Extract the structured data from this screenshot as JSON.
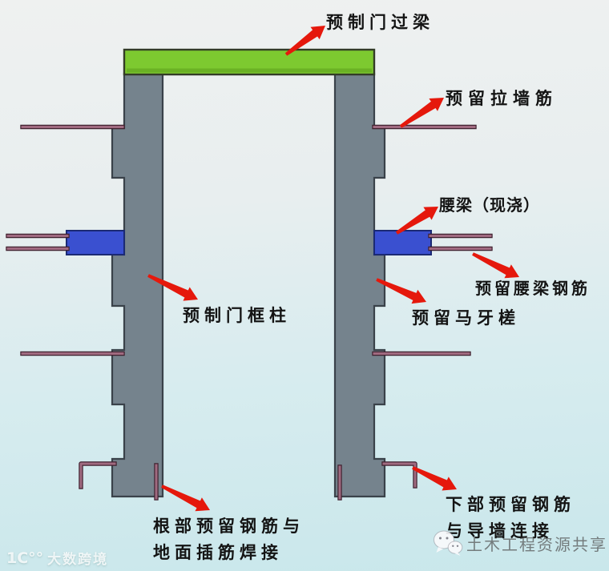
{
  "diagram": {
    "annotations": {
      "lintel": "预制门过梁",
      "wall_tie_rebar": "预留拉墙筋",
      "waist_beam": "腰梁（现浇）",
      "waist_beam_rebar": "预留腰梁钢筋",
      "toothed_joint": "预留马牙槎",
      "door_frame_column": "预制门框柱",
      "root_note_line1": "根部预留钢筋与",
      "root_note_line2": "地面插筋焊接",
      "lower_note_line1": "下部预留钢筋",
      "lower_note_line2": "与导墙连接"
    },
    "colors": {
      "bg-top": "#eff1f0",
      "bg-bottom": "#c9e7eb",
      "lintel-green": "#7dc930",
      "lintel-green-dark": "#66ad22",
      "column-gray": "#75838d",
      "column-outline": "#3a424a",
      "beam-blue": "#3a50d0",
      "beam-blue-outline": "#1b2a74",
      "rebar-core": "#a06a80",
      "rebar-outline": "#40212f",
      "arrow-red": "#e5180c",
      "label-black": "#141414"
    }
  },
  "watermarks": {
    "left_logo": "1C°°",
    "left_text": "大数跨境",
    "right_text": "土木工程资源共享"
  }
}
